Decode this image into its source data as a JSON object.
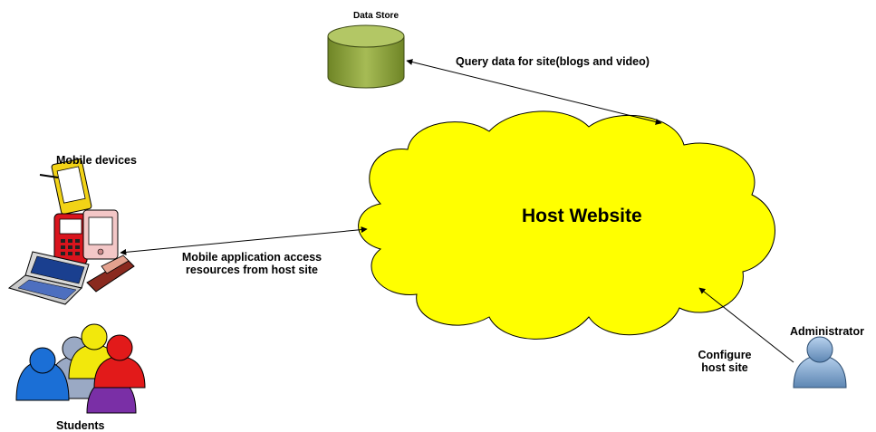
{
  "diagram": {
    "nodes": {
      "data_store": {
        "label": "Data Store"
      },
      "host_website": {
        "label": "Host Website"
      },
      "mobile_devices": {
        "label": "Mobile devices"
      },
      "students": {
        "label": "Students"
      },
      "administrator": {
        "label": "Administrator"
      }
    },
    "edges": {
      "query": {
        "label": "Query data for site(blogs and video)"
      },
      "mobile_access": {
        "label_line1": "Mobile application access",
        "label_line2": "resources from host site"
      },
      "configure": {
        "label_line1": "Configure",
        "label_line2": "host site"
      }
    }
  },
  "colors": {
    "cloud_fill": "#ffff00",
    "data_store_fill": "#8fa33a",
    "student_blue": "#1b6fd6",
    "student_yellow": "#f2e80c",
    "student_red": "#e21a1a",
    "student_purple": "#7a2fa6",
    "admin_blue": "#8fb4d9"
  }
}
